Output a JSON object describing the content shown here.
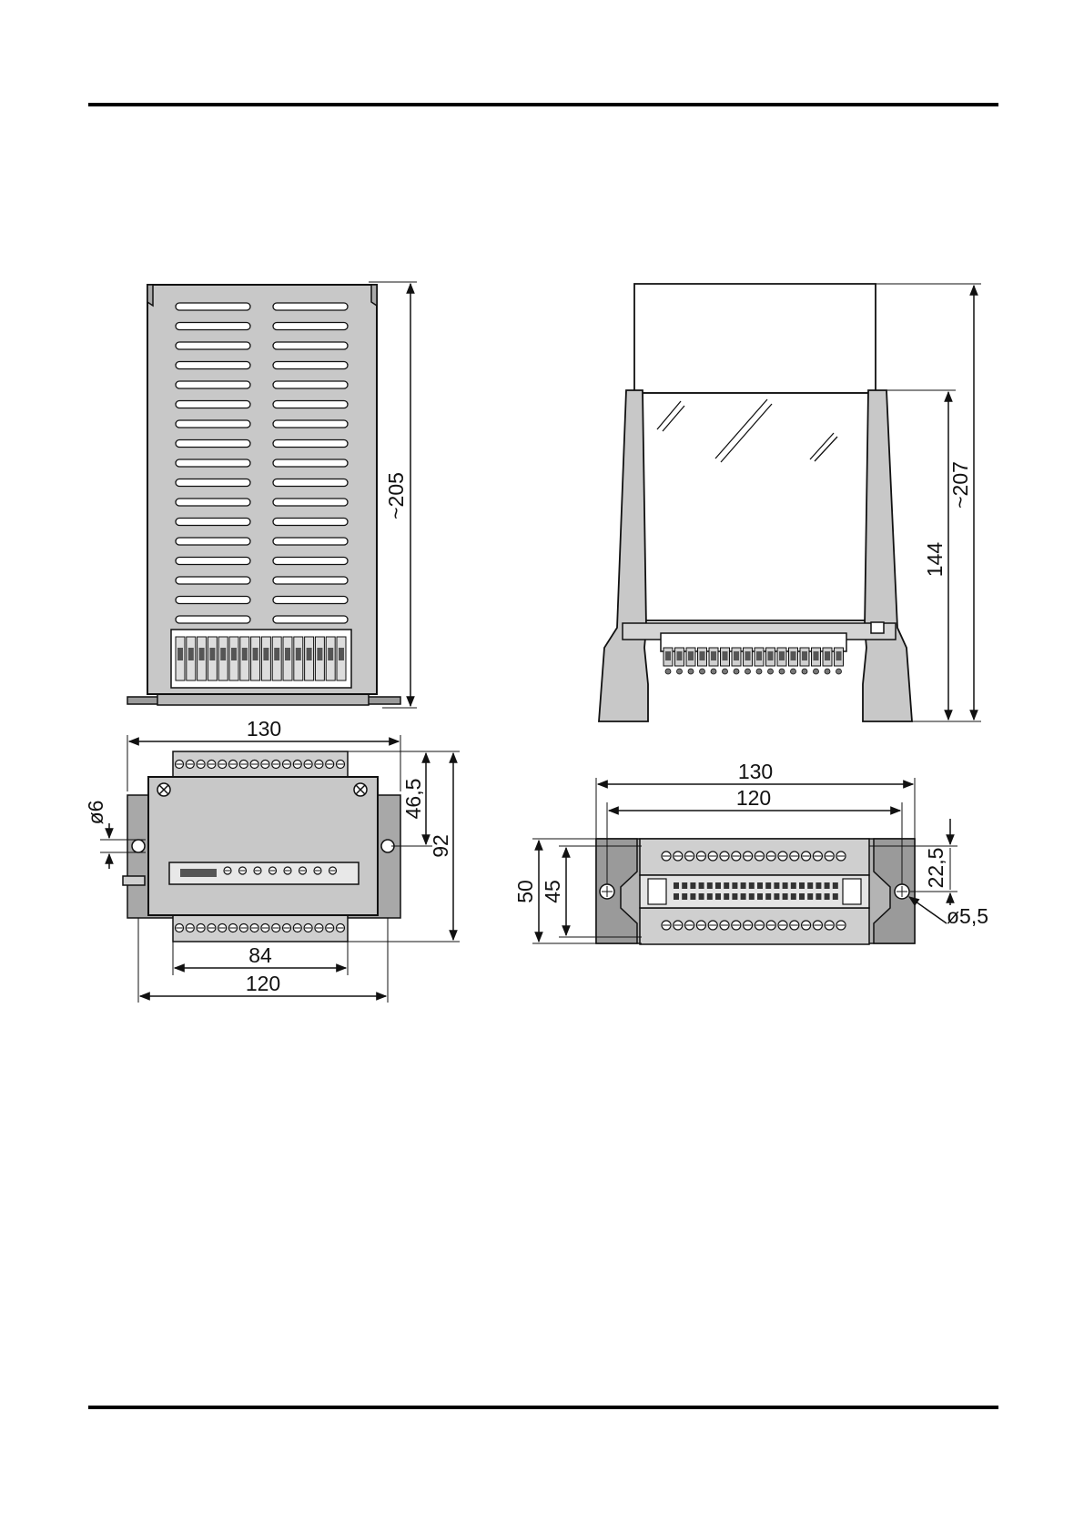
{
  "dimensions": {
    "front_view": {
      "height_label": "~205",
      "width_label": "130",
      "height_right_label": "92",
      "upper_height_label": "46,5",
      "hole_label": "ø6",
      "inner_width_label": "84",
      "mount_width_label": "120"
    },
    "side_view": {
      "height_total_label": "~207",
      "height_body_label": "144"
    },
    "base_view": {
      "width_label": "130",
      "mount_width_label": "120",
      "height_label": "50",
      "mount_height_label": "45",
      "half_height_label": "22,5",
      "hole_label": "ø5,5"
    }
  },
  "colors": {
    "housing_fill": "#c8c8c8",
    "dark_fill": "#9a9a9a",
    "line": "#111111"
  }
}
